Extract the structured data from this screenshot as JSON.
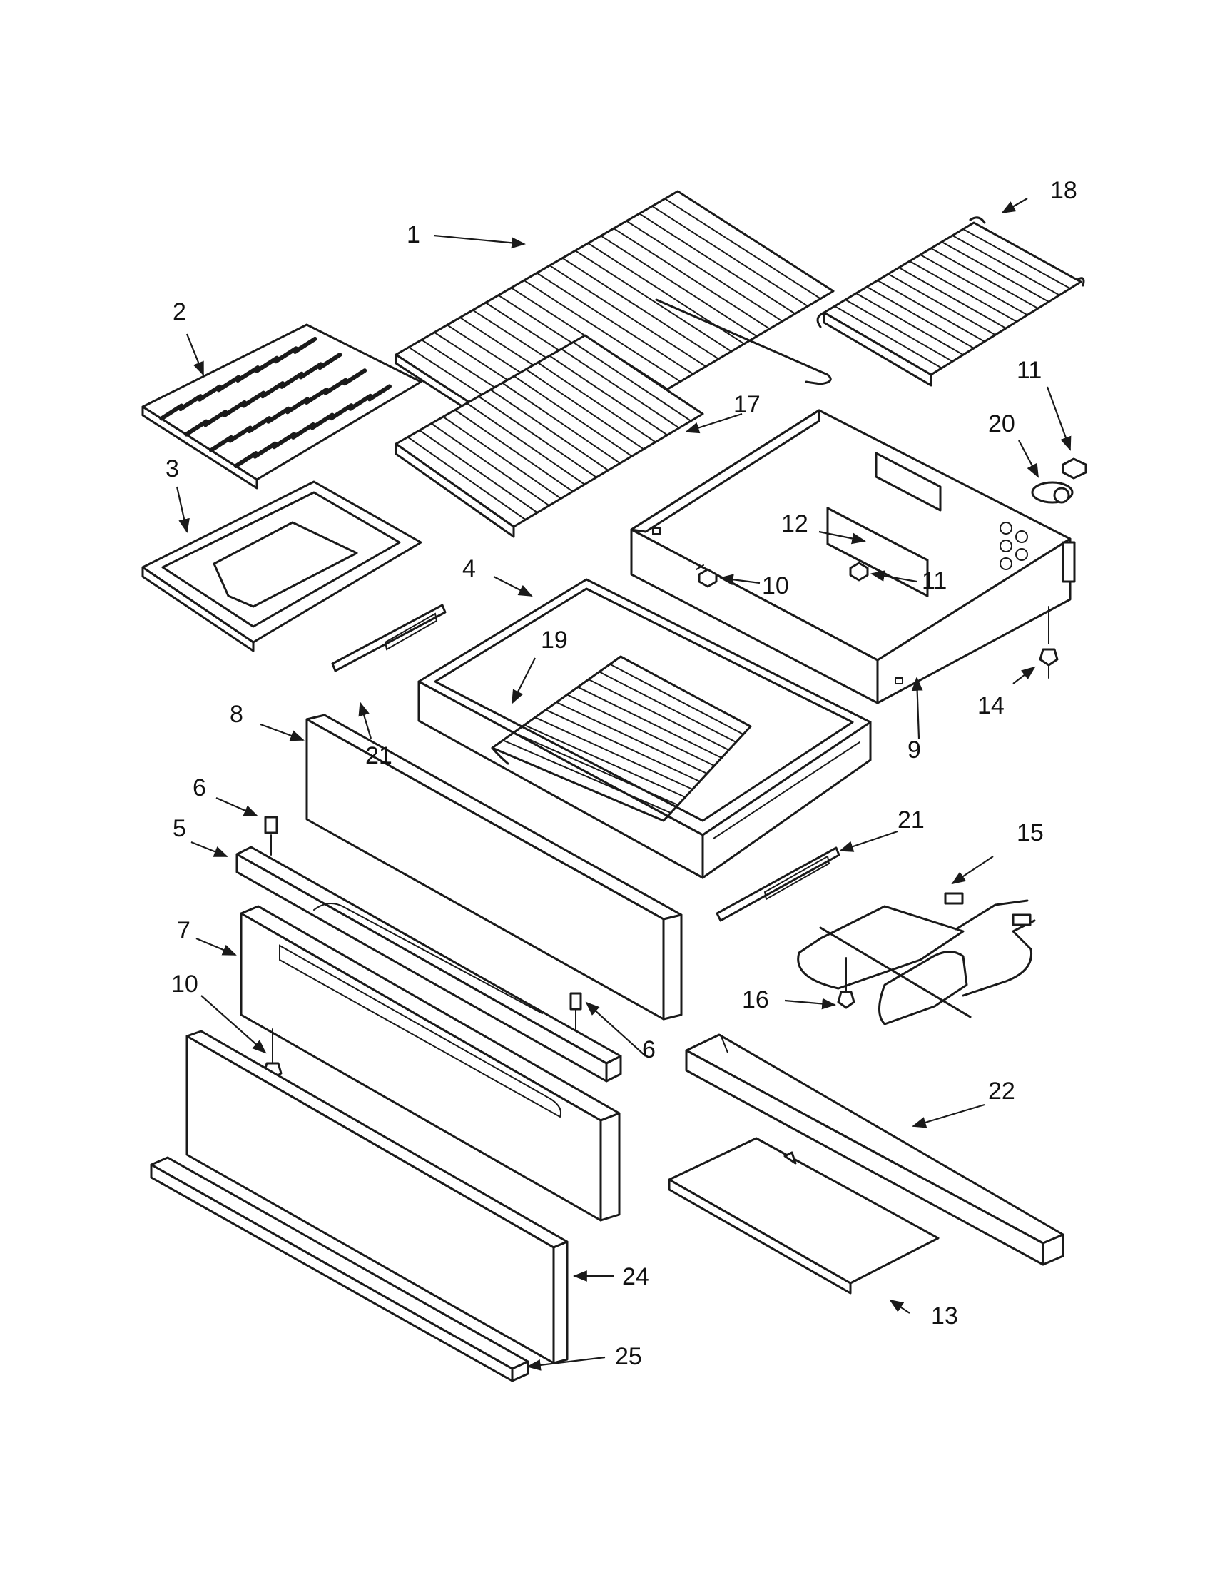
{
  "callouts": [
    {
      "id": "c1",
      "text": "1"
    },
    {
      "id": "c2",
      "text": "2"
    },
    {
      "id": "c3",
      "text": "3"
    },
    {
      "id": "c4",
      "text": "4"
    },
    {
      "id": "c5",
      "text": "5"
    },
    {
      "id": "c6a",
      "text": "6"
    },
    {
      "id": "c6b",
      "text": "6"
    },
    {
      "id": "c7",
      "text": "7"
    },
    {
      "id": "c8",
      "text": "8"
    },
    {
      "id": "c9",
      "text": "9"
    },
    {
      "id": "c10a",
      "text": "10"
    },
    {
      "id": "c10b",
      "text": "10"
    },
    {
      "id": "c11a",
      "text": "11"
    },
    {
      "id": "c11b",
      "text": "11"
    },
    {
      "id": "c12",
      "text": "12"
    },
    {
      "id": "c13",
      "text": "13"
    },
    {
      "id": "c14",
      "text": "14"
    },
    {
      "id": "c15",
      "text": "15"
    },
    {
      "id": "c16",
      "text": "16"
    },
    {
      "id": "c17",
      "text": "17"
    },
    {
      "id": "c18",
      "text": "18"
    },
    {
      "id": "c19",
      "text": "19"
    },
    {
      "id": "c20",
      "text": "20"
    },
    {
      "id": "c21a",
      "text": "21"
    },
    {
      "id": "c21b",
      "text": "21"
    },
    {
      "id": "c22",
      "text": "22"
    },
    {
      "id": "c24",
      "text": "24"
    },
    {
      "id": "c25",
      "text": "25"
    }
  ]
}
